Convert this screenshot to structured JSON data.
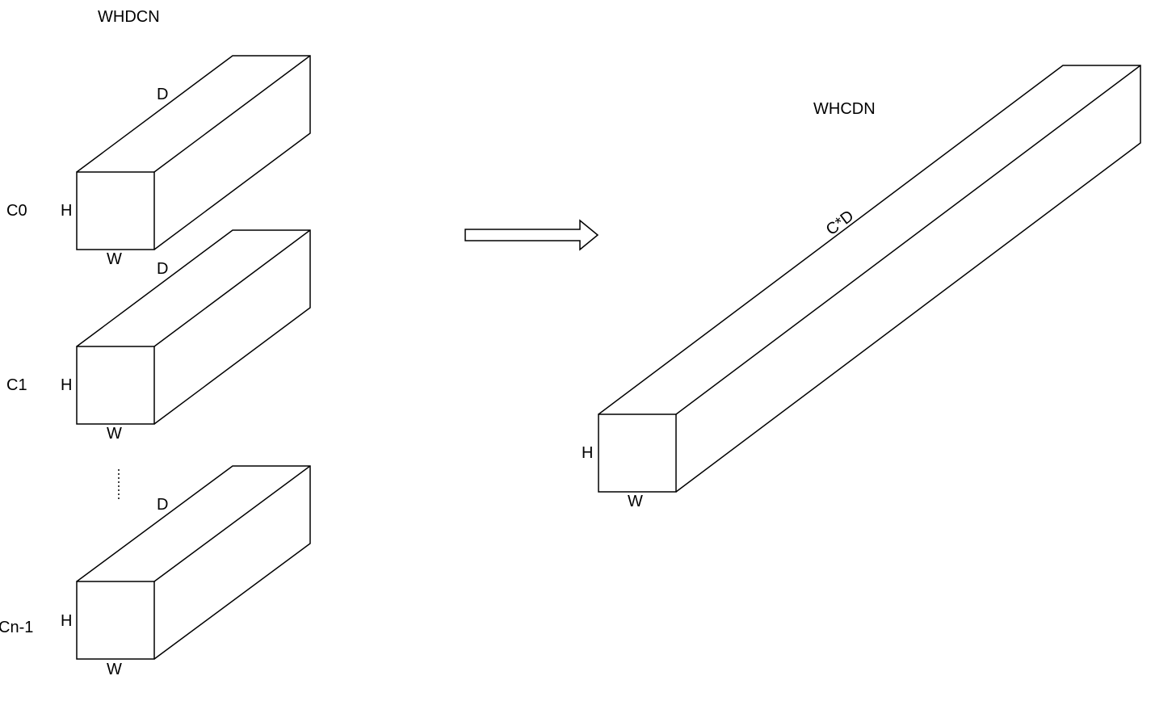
{
  "left": {
    "title": "WHDCN",
    "channels": [
      {
        "name": "C0",
        "depth_label": "D",
        "height_label": "H",
        "width_label": "W"
      },
      {
        "name": "C1",
        "depth_label": "D",
        "height_label": "H",
        "width_label": "W"
      },
      {
        "name": "Cn-1",
        "depth_label": "D",
        "height_label": "H",
        "width_label": "W"
      }
    ]
  },
  "right": {
    "title": "WHCDN",
    "depth_label": "C*D",
    "height_label": "H",
    "width_label": "W"
  },
  "colors": {
    "stroke": "#000000",
    "background": "#ffffff"
  }
}
